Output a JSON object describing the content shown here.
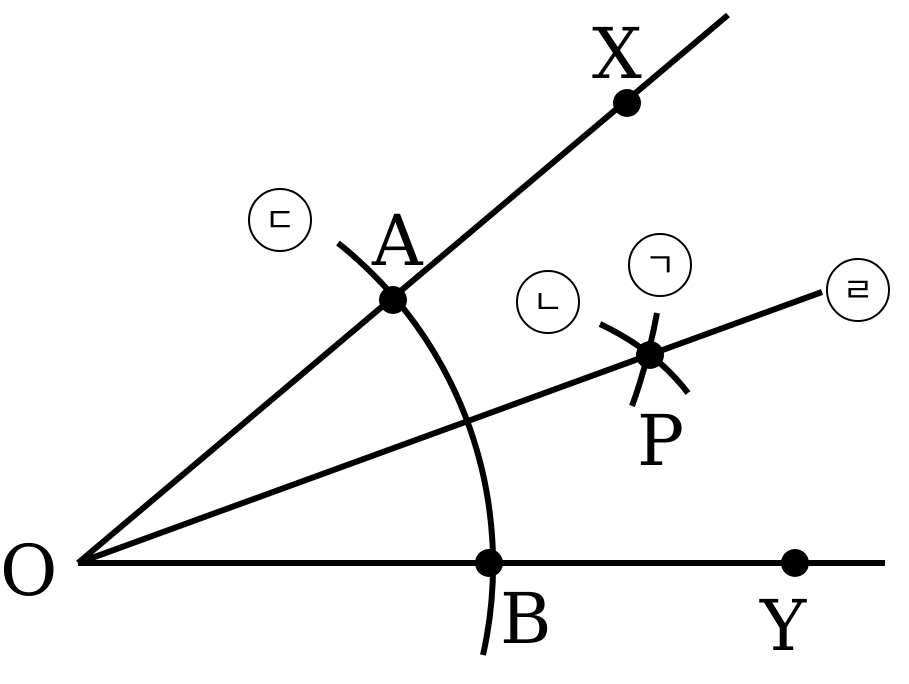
{
  "points": {
    "O": "O",
    "A": "A",
    "B": "B",
    "X": "X",
    "Y": "Y",
    "P": "P"
  },
  "steps": {
    "step1": "ㄱ",
    "step2": "ㄴ",
    "step3": "ㄷ",
    "step4": "ㄹ"
  },
  "colors": {
    "stroke": "#000000",
    "background": "#ffffff"
  }
}
